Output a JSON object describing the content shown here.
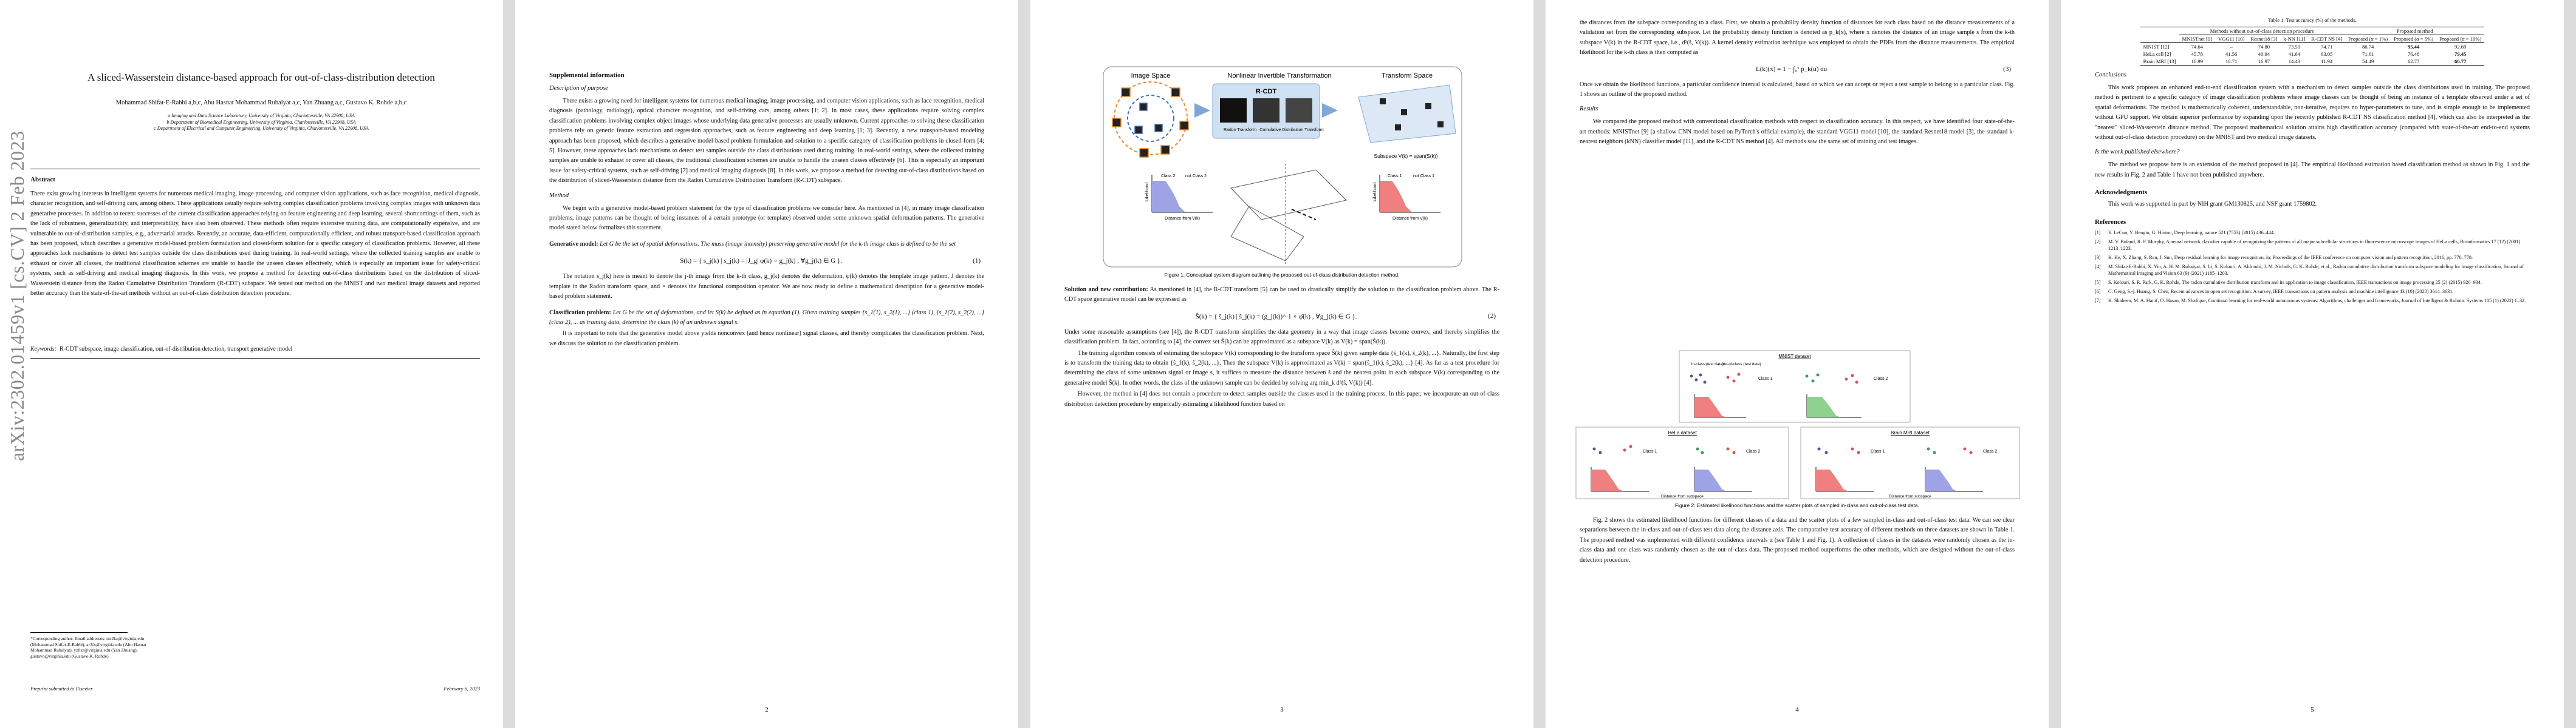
{
  "arxiv_stamp": "arXiv:2302.01459v1  [cs.CV]  2 Feb 2023",
  "p1": {
    "title": "A sliced-Wasserstein distance-based approach for out-of-class-distribution detection",
    "authors": "Mohammad Shifat-E-Rabbi a,b,c, Abu Hasnat Mohammad Rubaiyat a,c, Yan Zhuang a,c, Gustavo K. Rohde a,b,c",
    "affil_a": "a Imaging and Data Science Laboratory, University of Virginia, Charlottesville, VA 22908, USA",
    "affil_b": "b Department of Biomedical Engineering, University of Virginia, Charlottesville, VA 22908, USA",
    "affil_c": "c Department of Electrical and Computer Engineering, University of Virginia, Charlottesville, VA 22908, USA",
    "abstract_head": "Abstract",
    "abstract": "There exist growing interests in intelligent systems for numerous medical imaging, image processing, and computer vision applications, such as face recognition, medical diagnosis, character recognition, and self-driving cars, among others. These applications usually require solving complex classification problems involving complex images with unknown data generative processes. In addition to recent successes of the current classification approaches relying on feature engineering and deep learning, several shortcomings of them, such as the lack of robustness, generalizability, and interpretability, have also been observed. These methods often require extensive training data, are computationally expensive, and are vulnerable to out-of-distribution samples, e.g., adversarial attacks. Recently, an accurate, data-efficient, computationally efficient, and robust transport-based classification approach has been proposed, which describes a generative model-based problem formulation and closed-form solution for a specific category of classification problems. However, all these approaches lack mechanisms to detect test samples outside the class distributions used during training. In real-world settings, where the collected training samples are unable to exhaust or cover all classes, the traditional classification schemes are unable to handle the unseen classes effectively, which is especially an important issue for safety-critical systems, such as self-driving and medical imaging diagnosis. In this work, we propose a method for detecting out-of-class distributions based on the distribution of sliced-Wasserstein distance from the Radon Cumulative Distribution Transform (R-CDT) subspace. We tested our method on the MNIST and two medical image datasets and reported better accuracy than the state-of-the-art methods without an out-of-class distribution detection procedure.",
    "keywords_label": "Keywords:",
    "keywords": "R-CDT subspace, image classification, out-of-distribution detection, transport generative model",
    "footnote": "*Corresponding author. Email addresses: mr2kz@virginia.edu (Mohammad Shifat-E-Rabbi), ar3fx@virginia.edu (Abu Hasnat Mohammad Rubaiyat), yz8xr@virginia.edu (Yan Zhuang), gustavo@virginia.edu (Gustavo K. Rohde)",
    "preprint": "Preprint submitted to Elsevier",
    "date": "February 6, 2023"
  },
  "p2": {
    "section": "Supplemental information",
    "sub1": "Description of purpose",
    "para1": "There exists a growing need for intelligent systems for numerous medical imaging, image processing, and computer vision applications, such as face recognition, medical diagnosis (pathology, radiology), optical character recognition, and self-driving cars, among others [1; 2]. In most cases, these applications require solving complex classification problems involving complex object images whose underlying data generative processes are usually unknown. Current approaches to solving these classification problems rely on generic feature extraction and regression approaches, such as feature engineering and deep learning [1; 3]. Recently, a new transport-based modeling approach has been proposed, which describes a generative model-based problem formulation and solution to a specific category of classification problems in closed-form [4; 5]. However, these approaches lack mechanisms to detect test samples outside the class distributions used during training. In real-world settings, where the collected training samples are unable to exhaust or cover all classes, the traditional classification schemes are unable to handle the unseen classes effectively [6]. This is especially an important issue for safety-critical systems, such as self-driving [7] and medical imaging diagnosis [8]. In this work, we propose a method for detecting out-of-class distributions based on the distribution of sliced-Wasserstein distance from the Radon Cumulative Distribution Transform (R-CDT) subspace.",
    "sub2": "Method",
    "para2": "We begin with a generative model-based problem statement for the type of classification problems we consider here. As mentioned in [4], in many image classification problems, image patterns can be thought of being instances of a certain prototype (or template) observed under some unknown spatial deformation patterns. The generative model stated below formalizes this statement.",
    "gen_label": "Generative model:",
    "gen_text": "Let G be the set of spatial deformations. The mass (image intensity) preserving generative model for the k-th image class is defined to be the set",
    "eq1": "S(k) = { s_j(k) | s_j(k) = |J_g| φ(k) ∘ g_j(k) , ∀g_j(k) ∈ G }.",
    "eq1_no": "(1)",
    "para3": "The notation s_j(k) here is meant to denote the j-th image from the k-th class, g_j(k) denotes the deformation, φ(k) denotes the template image pattern, J denotes the template in the Radon transform space, and ∘ denotes the functional composition operator. We are now ready to define a mathematical description for a generative model-based problem statement.",
    "cls_label": "Classification problem:",
    "cls_text": "Let G be the set of deformations, and let S(k) be defined as in equation (1). Given training samples {s_1(1), s_2(1), ...} (class 1), {s_1(2), s_2(2), ...} (class 2), ... as training data, determine the class (k) of an unknown signal s.",
    "para4": "It is important to note that the generative model above yields nonconvex (and hence nonlinear) signal classes, and thereby complicates the classification problem. Next, we discuss the solution to the classification problem.",
    "page": "2"
  },
  "p3": {
    "fig_labels": {
      "image_space": "Image Space",
      "nonlinear": "Nonlinear Invertible Transformation",
      "transform_space": "Transform Space",
      "rcdt": "R-CDT",
      "radon": "Radon Transform",
      "cdt": "Cumulative Distribution Transform",
      "subspace": "Subspace V(k) = span(S(k))",
      "likelihood": "Likelihood",
      "distance": "Distance from V(k)",
      "class2": "Class 2",
      "not_class2": "not Class 2",
      "class1": "Class 1",
      "not_class1": "not Class 1"
    },
    "fig_caption": "Figure 1: Conceptual system diagram outlining the proposed out-of-class distribution detection method.",
    "sol_label": "Solution and new contribution:",
    "sol_text": "As mentioned in [4], the R-CDT transform [5] can be used to drastically simplify the solution to the classification problem above. The R-CDT space generative model can be expressed as",
    "eq2": "Ŝ(k) = { ŝ_j(k) | ŝ_j(k) = (g_j(k))^-1 ∘ φ̂(k) , ∀g_j(k) ∈ G }.",
    "eq2_no": "(2)",
    "para1": "Under some reasonable assumptions (see [4]), the R-CDT transform simplifies the data geometry in a way that image classes become convex, and thereby simplifies the classification problem. In fact, according to [4], the convex set Ŝ(k) can be approximated as a subspace V(k) as V(k) = span(Ŝ(k)).",
    "para2": "The training algorithm consists of estimating the subspace V(k) corresponding to the transform space Ŝ(k) given sample data {ŝ_1(k), ŝ_2(k), ...}. Naturally, the first step is to transform the training data to obtain {ŝ_1(k), ŝ_2(k), ...}. Then the subspace V(k) is approximated as V(k) = span{ŝ_1(k), ŝ_2(k), ...} [4]. As far as a test procedure for determining the class of some unknown signal or image s, it suffices to measure the distance between ŝ and the nearest point in each subspace V(k) corresponding to the generative model Ŝ(k). In other words, the class of the unknown sample can be decided by solving arg min_k d²(ŝ, V(k)) [4].",
    "para3": "However, the method in [4] does not contain a procedure to detect samples outside the classes used in the training process. In this paper, we incorporate an out-of-class distribution detection procedure by empirically estimating a likelihood function based on",
    "page": "3"
  },
  "p4": {
    "para1": "the distances from the subspace corresponding to a class. First, we obtain a probability density function of distances for each class based on the distance measurements of a validation set from the corresponding subspace. Let the probability density function is denoted as p_k(x), where x denotes the distance of an image sample s from the k-th subspace V(k) in the R-CDT space, i.e., d²(ŝ, V(k)). A kernel density estimation technique was employed to obtain the PDFs from the distance measurements. The empirical likelihood for the k-th class is then computed as",
    "eq3": "L(k)(x) = 1 − ∫₀ˣ p_k(u) du",
    "eq3_no": "(3)",
    "para2": "Once we obtain the likelihood functions, a particular confidence interval is calculated, based on which we can accept or reject a test sample to belong to a particular class. Fig. 1 shows an outline of the proposed method.",
    "sub_results": "Results",
    "para3": "We compared the proposed method with conventional classification methods with respect to classification accuracy. In this respect, we have identified four state-of-the-art methods: MNISTnet [9] (a shallow CNN model based on PyTorch's official example), the standard VGG11 model [10], the standard Resnet18 model [3], the standard k-nearest neighbors (kNN) classifier model [11], and the R-CDT NS method [4]. All methods saw the same set of training and test images.",
    "fig2_titles": [
      "MNIST dataset",
      "HeLa dataset",
      "Brain MRI dataset"
    ],
    "fig2_class1": "Class 1",
    "fig2_class2": "Class 2",
    "fig2_inclass": "in-class (test data)",
    "fig2_outclass": "out-of-class (test data)",
    "fig2_distance": "Distance from subspace",
    "fig2_likelihood": "Likelihood",
    "fig2_caption": "Figure 2: Estimated likelihood functions and the scatter plots of sampled in-class and out-of-class test data.",
    "para4": "Fig. 2 shows the estimated likelihood functions for different classes of a data and the scatter plots of a few sampled in-class and out-of-class test data. We can see clear separations between the in-class and out-of-class test data along the distance axis. The comparative test accuracy of different methods on three datasets are shown in Table 1. The proposed method was implemented with different confidence intervals α (see Table 1 and Fig. 1). A collection of classes in the datasets were randomly chosen as the in-class data and one class was randomly chosen as the out-of-class data. The proposed method outperforms the other methods, which are designed without the out-of-class detection procedure.",
    "page": "4"
  },
  "p5": {
    "table": {
      "caption": "Table 1: Test accuracy (%) of the methods.",
      "group1": "Methods without out-of-class detection procedure",
      "group2": "Proposed method",
      "headers": [
        "",
        "MNISTnet [9]",
        "VGG11 [10]",
        "Resnet18 [3]",
        "k-NN [11]",
        "R-CDT NS [4]",
        "Proposed (α = 1%)",
        "Proposed (α = 5%)",
        "Proposed (α = 10%)"
      ],
      "rows": [
        [
          "MNIST [12]",
          "74.64",
          "–",
          "74.80",
          "73.59",
          "74.71",
          "86.74",
          "95.44",
          "92.69"
        ],
        [
          "HeLa cell [2]",
          "45.78",
          "41.56",
          "40.94",
          "41.64",
          "63.05",
          "71.61",
          "76.48",
          "79.45"
        ],
        [
          "Brain MRI [13]",
          "16.99",
          "18.71",
          "16.97",
          "14.43",
          "11.94",
          "54.49",
          "62.77",
          "66.77"
        ]
      ]
    },
    "sub_conc": "Conclusions",
    "conc": "This work proposes an enhanced end-to-end classification system with a mechanism to detect samples outside the class distributions used in training. The proposed method is pertinent to a specific category of image classification problems where image classes can be thought of being an instance of a template observed under a set of spatial deformations. The method is mathematically coherent, understandable, non-iterative, requires no hyper-parameters to tune, and is simple enough to be implemented without GPU support. We obtain superior performance by expanding upon the recently published R-CDT NS classification method [4], which can also be interpreted as the \"nearest\" sliced-Wasserstein distance method. The proposed mathematical solution attains high classification accuracy (compared with state-of-the-art end-to-end systems without out-of-class detection procedure) on the MNIST and two medical image datasets.",
    "sub_pub": "Is the work published elsewhere?",
    "pub": "The method we propose here is an extension of the method proposed in [4]. The empirical likelihood estimation based classification method as shown in Fig. 1 and the new results in Fig. 2 and Table 1 have not been published anywhere.",
    "ack_head": "Acknowledgments",
    "ack": "This work was supported in part by NIH grant GM130825, and NSF grant 1759802.",
    "ref_head": "References",
    "refs": [
      "Y. LeCun, Y. Bengio, G. Hinton, Deep learning, nature 521 (7553) (2015) 436–444.",
      "M. V. Boland, R. F. Murphy, A neural network classifier capable of recognizing the patterns of all major subcellular structures in fluorescence microscope images of HeLa cells, Bioinformatics 17 (12) (2001) 1213–1223.",
      "K. He, X. Zhang, S. Ren, J. Sun, Deep residual learning for image recognition, in: Proceedings of the IEEE conference on computer vision and pattern recognition, 2016, pp. 770–778.",
      "M. Shifat-E-Rabbi, X. Yin, A. H. M. Rubaiyat, S. Li, S. Kolouri, A. Aldroubi, J. M. Nichols, G. K. Rohde, et al., Radon cumulative distribution transform subspace modeling for image classification, Journal of Mathematical Imaging and Vision 63 (9) (2021) 1185–1203.",
      "S. Kolouri, S. R. Park, G. K. Rohde, The radon cumulative distribution transform and its application to image classification, IEEE transactions on image processing 25 (2) (2015) 920–934.",
      "C. Geng, S.-j. Huang, S. Chen, Recent advances in open set recognition: A survey, IEEE transactions on pattern analysis and machine intelligence 43 (10) (2020) 3614–3631.",
      "K. Shaheen, M. A. Hanif, O. Hasan, M. Shafique, Continual learning for real-world autonomous systems: Algorithms, challenges and frameworks, Journal of Intelligent & Robotic Systems 105 (1) (2022) 1–32."
    ],
    "page": "5"
  },
  "colors": {
    "class1": "#5b4ea0",
    "class2": "#3a9a5c",
    "likelihood_blue": "#9ea3e6",
    "likelihood_red": "#f08080",
    "likelihood_green": "#8fd18f",
    "out_red": "#d9534f",
    "rcdt_box": "#cfe0f3"
  }
}
